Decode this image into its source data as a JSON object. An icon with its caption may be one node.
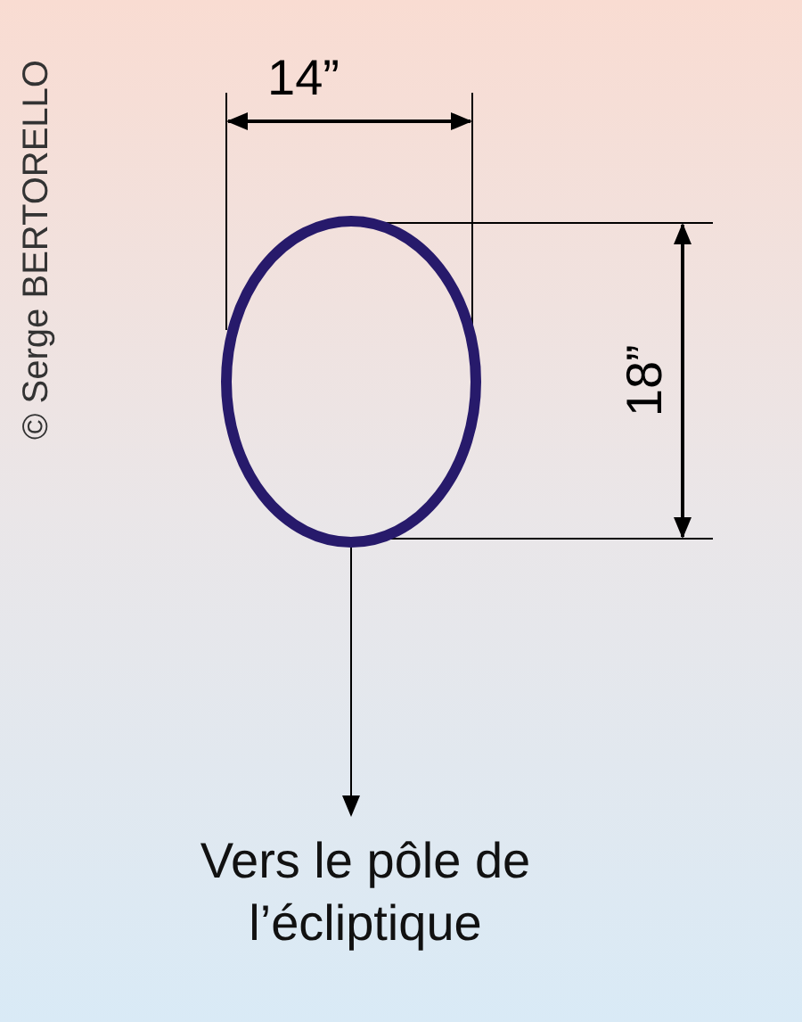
{
  "diagram": {
    "nodes": [
      {
        "text": [],
        "shape": "ellipse"
      },
      {
        "text": [
          "Vers le pôle de l’écliptique"
        ]
      }
    ],
    "edges": [
      {
        "from": 0,
        "to": 1,
        "arrow": "to"
      }
    ],
    "labels": [
      "© Serge BERTORELLO",
      "14”",
      "18”"
    ]
  }
}
